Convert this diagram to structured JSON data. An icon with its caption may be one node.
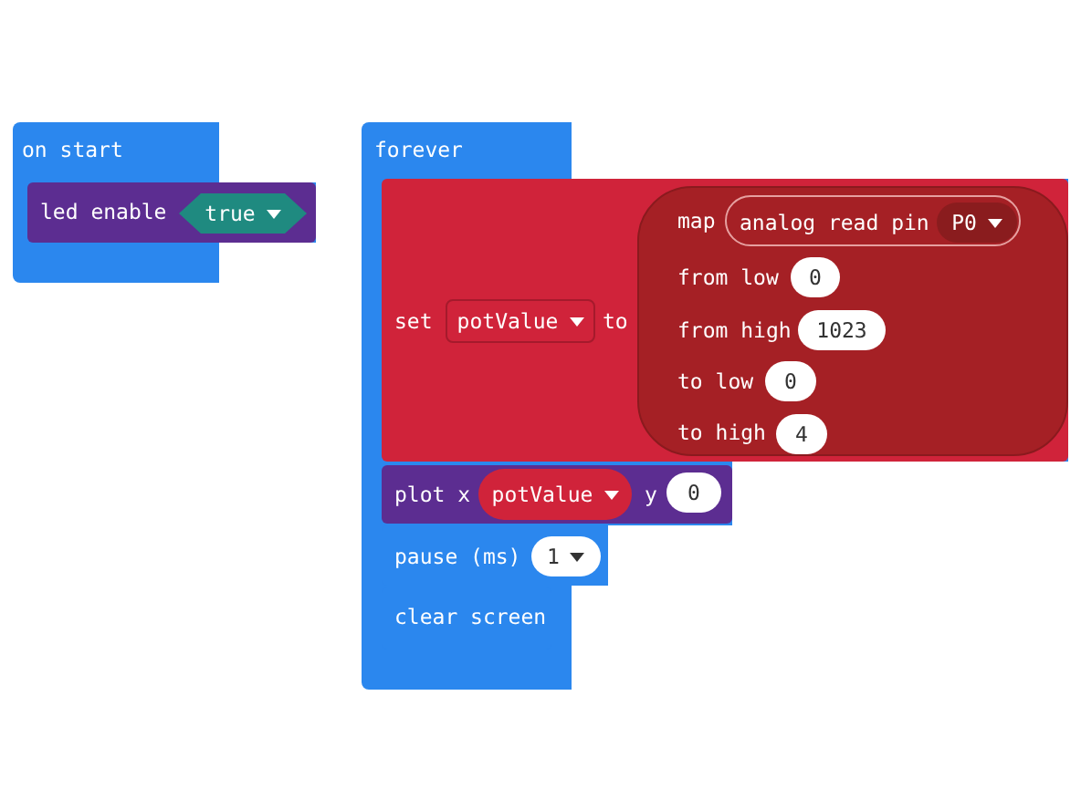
{
  "diagram": {
    "nodes": [
      {
        "text": [
          "on start"
        ]
      },
      {
        "text": [
          "led enable"
        ],
        "in": 0
      },
      {
        "text": [
          "true"
        ],
        "in": 1
      },
      {
        "text": [
          "forever"
        ]
      },
      {
        "text": [
          "set",
          "to"
        ],
        "in": 3
      },
      {
        "text": [
          "potValue"
        ],
        "in": 4
      },
      {
        "text": [
          "map",
          "from low",
          "from high",
          "to low",
          "to high"
        ],
        "in": 4
      },
      {
        "text": [
          "analog read pin"
        ],
        "in": 6
      },
      {
        "text": [
          "P0"
        ],
        "in": 7
      },
      {
        "text": [
          "0"
        ],
        "in": 6
      },
      {
        "text": [
          "1023"
        ],
        "in": 6
      },
      {
        "text": [
          "0"
        ],
        "in": 6
      },
      {
        "text": [
          "4"
        ],
        "in": 6
      },
      {
        "text": [
          "plot x",
          "y"
        ],
        "in": 3
      },
      {
        "text": [
          "potValue"
        ],
        "in": 13
      },
      {
        "text": [
          "0"
        ],
        "in": 13
      },
      {
        "text": [
          "pause (ms)"
        ],
        "in": 3
      },
      {
        "text": [
          "1"
        ],
        "in": 16
      },
      {
        "text": [
          "clear screen"
        ],
        "in": 3
      }
    ]
  }
}
